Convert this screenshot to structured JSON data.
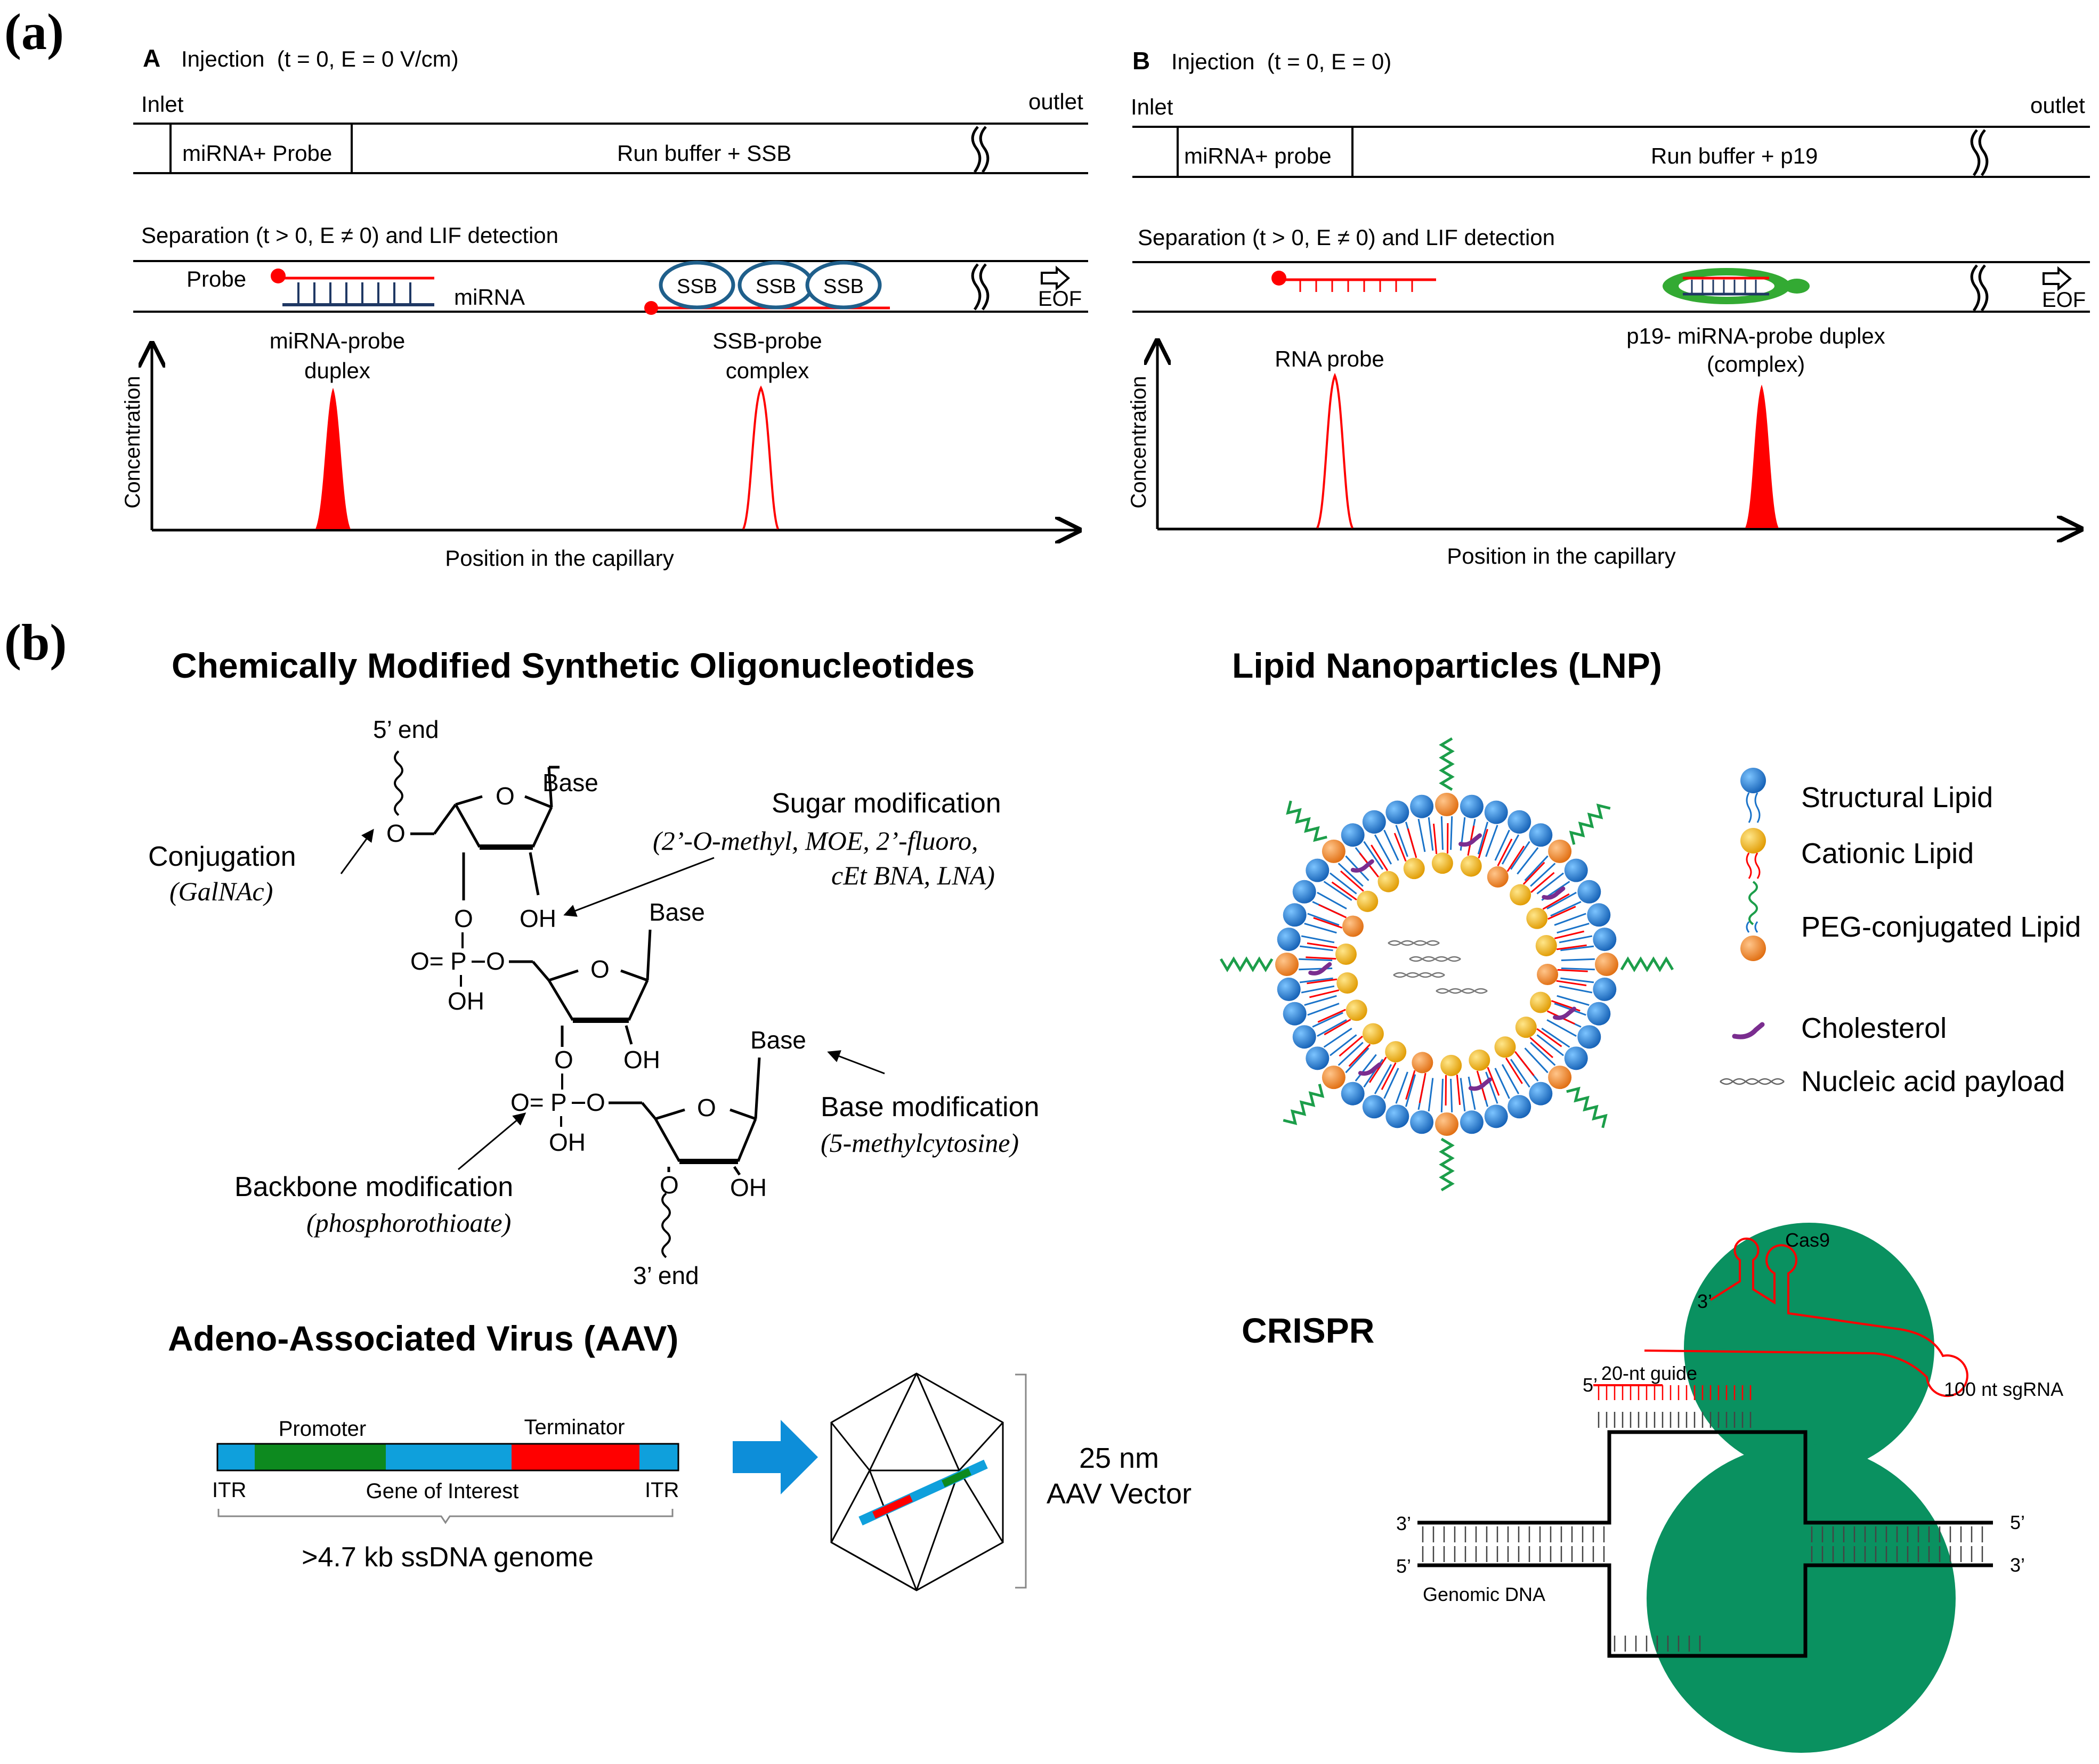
{
  "panel_a": {
    "label": "(a)",
    "A": {
      "letter": "A",
      "injection": "Injection  (t = 0, E = 0 V/cm)",
      "inlet": "Inlet",
      "outlet": "outlet",
      "plug": "miRNA+ Probe",
      "buffer": "Run buffer + SSB",
      "separation": "Separation (t > 0, E ≠ 0) and LIF detection",
      "probe": "Probe",
      "mirna": "miRNA",
      "ssb": [
        "SSB",
        "SSB",
        "SSB"
      ],
      "eof": "EOF",
      "peak1": [
        "miRNA-probe",
        "duplex"
      ],
      "peak2": [
        "SSB-probe",
        "complex"
      ],
      "ylabel": "Concentration",
      "xlabel": "Position in the capillary"
    },
    "B": {
      "letter": "B",
      "injection": "Injection  (t = 0, E = 0)",
      "inlet": "Inlet",
      "outlet": "outlet",
      "plug": "miRNA+ probe",
      "buffer": "Run buffer + p19",
      "separation": "Separation (t > 0, E ≠ 0) and LIF detection",
      "eof": "EOF",
      "peak1": [
        "RNA probe"
      ],
      "peak2": [
        "p19- miRNA-probe duplex",
        "(complex)"
      ],
      "ylabel": "Concentration",
      "xlabel": "Position in the capillary"
    }
  },
  "panel_b": {
    "label": "(b)",
    "oligo": {
      "title": "Chemically Modified Synthetic Oligonucleotides",
      "five_end": "5’ end",
      "three_end": "3’ end",
      "base": "Base",
      "o": "O",
      "oh": "OH",
      "p": "P",
      "o_eq": "O=",
      "conjugation": "Conjugation",
      "conjugation_detail": "(GalNAc)",
      "sugar": "Sugar modification",
      "sugar_detail_1": "(2’-O-methyl, MOE, 2’-fluoro,",
      "sugar_detail_2": "cEt BNA, LNA)",
      "base_mod": "Base modification",
      "base_mod_detail": "(5-methylcytosine)",
      "backbone": "Backbone modification",
      "backbone_detail": "(phosphorothioate)"
    },
    "lnp": {
      "title": "Lipid Nanoparticles (LNP)",
      "legend": [
        "Structural Lipid",
        "Cationic Lipid",
        "PEG-conjugated Lipid",
        "Cholesterol",
        "Nucleic acid payload"
      ]
    },
    "aav": {
      "title": "Adeno-Associated Virus (AAV)",
      "promoter": "Promoter",
      "terminator": "Terminator",
      "itr": "ITR",
      "gene": "Gene of Interest",
      "genome": ">4.7 kb ssDNA genome",
      "size": "25 nm",
      "vector": "AAV Vector"
    },
    "crispr": {
      "title": "CRISPR",
      "cas9": "Cas9",
      "guide": "20-nt guide",
      "sgrna": "100 nt sgRNA",
      "genomic": "Genomic DNA",
      "three": "3’",
      "five": "5’"
    }
  },
  "colors": {
    "red": "#ff0000",
    "navy": "#1f3864",
    "ssb_blue": "#1f5f8b",
    "green_p19": "#33aa33",
    "lnp_blue": "#1a73c9",
    "lnp_orange": "#f58a1f",
    "lnp_yellow": "#f5b800",
    "peg_green": "#1c9e4a",
    "cholesterol": "#7a2d8f",
    "aav_blue": "#0fa0dc",
    "aav_green": "#0d8a1f",
    "cas9_green": "#0a9160"
  }
}
